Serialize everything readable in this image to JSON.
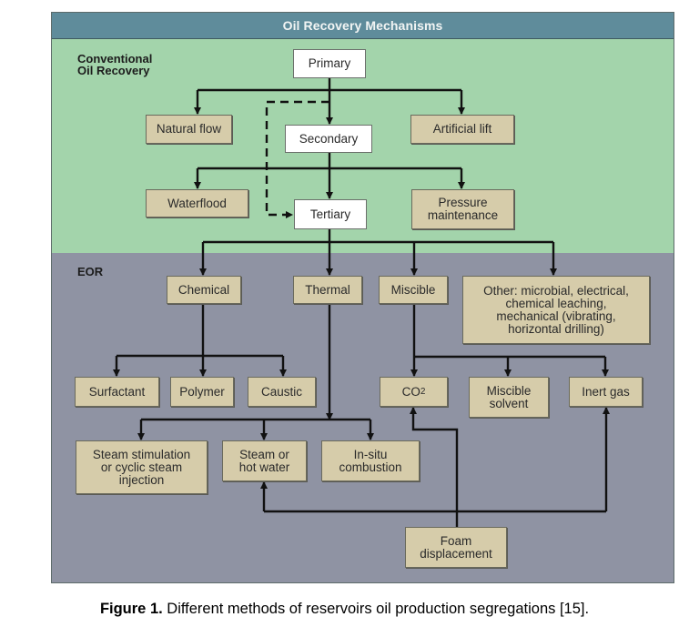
{
  "diagram": {
    "title": "Oil Recovery Mechanisms",
    "sections": {
      "conventional": "Conventional\nOil Recovery",
      "eor": "EOR"
    },
    "nodes": {
      "primary": "Primary",
      "natural_flow": "Natural flow",
      "artificial_lift": "Artificial lift",
      "secondary": "Secondary",
      "waterflood": "Waterflood",
      "pressure_maintenance": "Pressure\nmaintenance",
      "tertiary": "Tertiary",
      "chemical": "Chemical",
      "thermal": "Thermal",
      "miscible": "Miscible",
      "other": "Other: microbial, electrical,\nchemical leaching,\nmechanical (vibrating,\nhorizontal drilling)",
      "surfactant": "Surfactant",
      "polymer": "Polymer",
      "caustic": "Caustic",
      "co2_base": "CO",
      "co2_sub": "2",
      "miscible_solvent": "Miscible\nsolvent",
      "inert_gas": "Inert gas",
      "steam_stimulation": "Steam stimulation\nor cyclic steam\ninjection",
      "steam_hot_water": "Steam or\nhot water",
      "in_situ_combustion": "In-situ\ncombustion",
      "foam_displacement": "Foam\ndisplacement"
    },
    "edges": [
      {
        "from": "primary",
        "to": "natural_flow",
        "style": "solid"
      },
      {
        "from": "primary",
        "to": "secondary",
        "style": "solid"
      },
      {
        "from": "primary",
        "to": "artificial_lift",
        "style": "solid"
      },
      {
        "from": "primary",
        "to": "tertiary",
        "style": "dashed"
      },
      {
        "from": "secondary",
        "to": "waterflood",
        "style": "solid"
      },
      {
        "from": "secondary",
        "to": "tertiary",
        "style": "solid"
      },
      {
        "from": "secondary",
        "to": "pressure_maintenance",
        "style": "solid"
      },
      {
        "from": "tertiary",
        "to": "chemical",
        "style": "solid"
      },
      {
        "from": "tertiary",
        "to": "thermal",
        "style": "solid"
      },
      {
        "from": "tertiary",
        "to": "miscible",
        "style": "solid"
      },
      {
        "from": "tertiary",
        "to": "other",
        "style": "solid"
      },
      {
        "from": "chemical",
        "to": "surfactant",
        "style": "solid"
      },
      {
        "from": "chemical",
        "to": "polymer",
        "style": "solid"
      },
      {
        "from": "chemical",
        "to": "caustic",
        "style": "solid"
      },
      {
        "from": "thermal",
        "to": "steam_stimulation",
        "style": "solid"
      },
      {
        "from": "thermal",
        "to": "steam_hot_water",
        "style": "solid"
      },
      {
        "from": "thermal",
        "to": "in_situ_combustion",
        "style": "solid"
      },
      {
        "from": "miscible",
        "to": "co2",
        "style": "solid"
      },
      {
        "from": "miscible",
        "to": "miscible_solvent",
        "style": "solid"
      },
      {
        "from": "miscible",
        "to": "inert_gas",
        "style": "solid"
      },
      {
        "from": "foam_displacement",
        "to": "co2",
        "style": "solid"
      },
      {
        "from": "foam_displacement",
        "to": "steam_hot_water",
        "style": "solid"
      },
      {
        "from": "foam_displacement",
        "to": "inert_gas",
        "style": "solid"
      }
    ]
  },
  "caption": {
    "label": "Figure 1.",
    "text": " Different methods of reservoirs oil production segregations [15]."
  }
}
